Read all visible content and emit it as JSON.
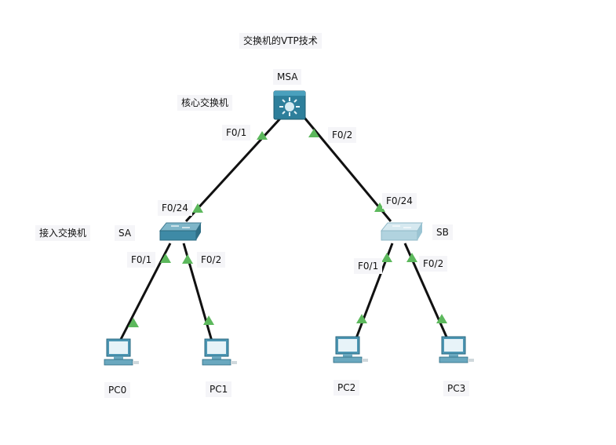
{
  "title": "交换机的VTP技术",
  "annotations": {
    "core": "核心交换机",
    "access": "接入交换机"
  },
  "devices": {
    "msa": "MSA",
    "sa": "SA",
    "sb": "SB",
    "pc0": "PC0",
    "pc1": "PC1",
    "pc2": "PC2",
    "pc3": "PC3"
  },
  "ports": {
    "msa_f01": "F0/1",
    "msa_f02": "F0/2",
    "sa_f024": "F0/24",
    "sb_f024": "F0/24",
    "sa_f01": "F0/1",
    "sa_f02": "F0/2",
    "sb_f01": "F0/1",
    "sb_f02": "F0/2"
  },
  "colors": {
    "link": "#111111",
    "link_up": "#5cb85c",
    "switch_core": "#2d7e99",
    "switch_access_sa": "#4b8ba3",
    "switch_access_sb": "#a9ccd8",
    "pc": "#3f8aa6"
  }
}
